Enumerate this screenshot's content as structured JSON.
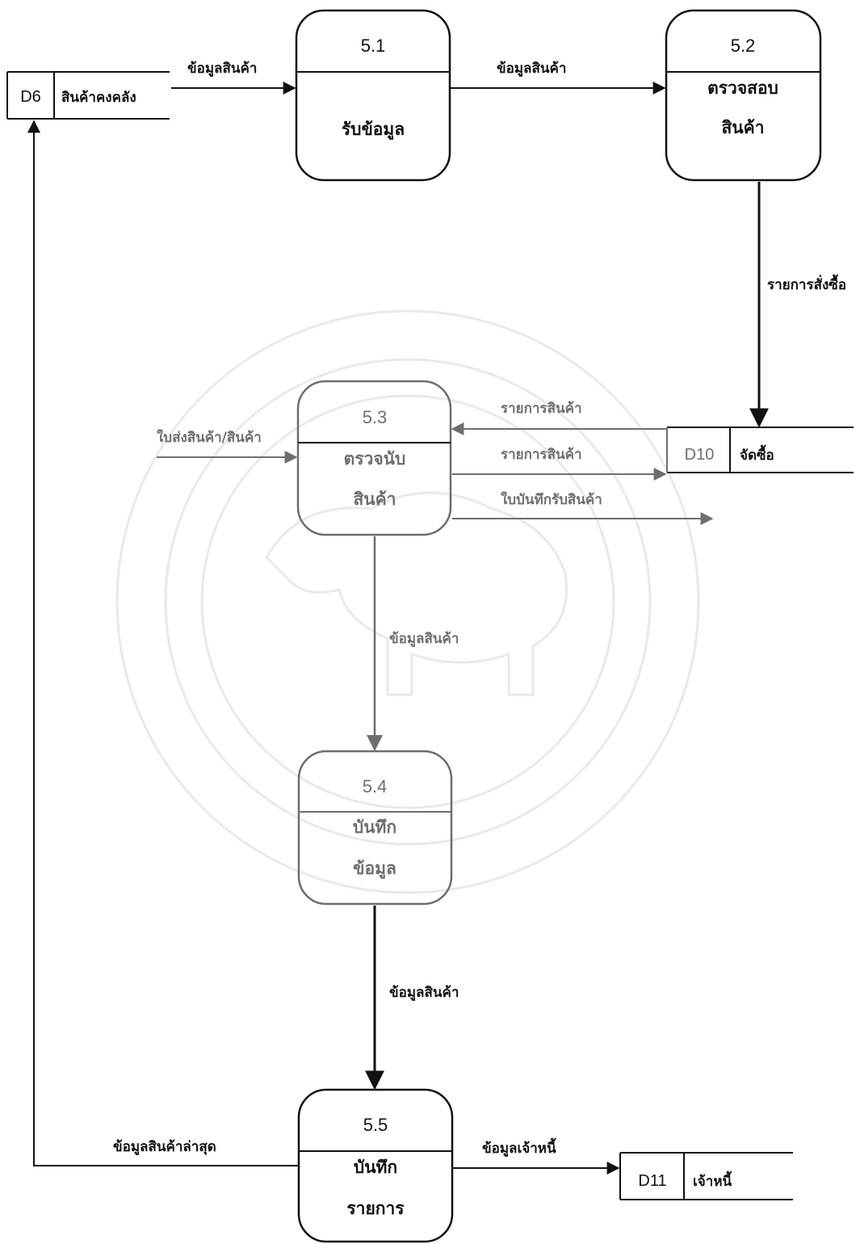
{
  "processes": {
    "p51": {
      "number": "5.1",
      "name1": "รับข้อมูล",
      "name2": ""
    },
    "p52": {
      "number": "5.2",
      "name1": "ตรวจสอบ",
      "name2": "สินค้า"
    },
    "p53": {
      "number": "5.3",
      "name1": "ตรวจนับ",
      "name2": "สินค้า"
    },
    "p54": {
      "number": "5.4",
      "name1": "บันทึก",
      "name2": "ข้อมูล"
    },
    "p55": {
      "number": "5.5",
      "name1": "บันทึก",
      "name2": "รายการ"
    }
  },
  "stores": {
    "d6": {
      "id": "D6",
      "name": "สินค้าคงคลัง"
    },
    "d10": {
      "id": "D10",
      "name": "จัดซื้อ"
    },
    "d11": {
      "id": "D11",
      "name": "เจ้าหนี้"
    }
  },
  "flows": {
    "d6_to_51": "ข้อมูลสินค้า",
    "p51_to_52": "ข้อมูลสินค้า",
    "p52_to_d10": "รายการสั่งซื้อ",
    "d10_to_53": "รายการสินค้า",
    "p53_to_d10": "รายการสินค้า",
    "p53_out": "ใบบันทึกรับสินค้า",
    "in_53": "ใบส่งสินค้า/สินค้า",
    "p53_to_54": "ข้อมูลสินค้า",
    "p54_to_55": "ข้อมูลสินค้า",
    "p55_to_d6": "ข้อมูลสินค้าล่าสุด",
    "p55_to_d11": "ข้อมูลเจ้าหนี้"
  }
}
